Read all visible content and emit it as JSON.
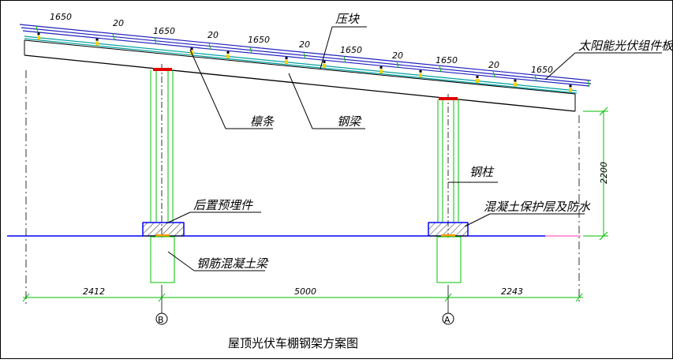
{
  "title": "屋顶光伏车棚钢架方案图",
  "labels": {
    "press_block": "压块",
    "pv_panel": "太阳能光伏组件板",
    "purlin": "檩条",
    "steel_beam": "钢梁",
    "steel_column": "钢柱",
    "embedded_part": "后置预埋件",
    "concrete_protect": "混凝土保护层及防水",
    "rc_beam": "钢筋混凝土梁"
  },
  "panel_dims": [
    "1650",
    "20",
    "1650",
    "20",
    "1650",
    "20",
    "1650",
    "20",
    "1650",
    "20",
    "1650"
  ],
  "bottom_dims": [
    "2412",
    "5000",
    "2243"
  ],
  "height_dim": "2200",
  "axes": [
    "B",
    "A"
  ],
  "colors": {
    "panel": "#2020c0",
    "beam": "#00a0a0",
    "dim": "#00c000",
    "ground": "#0000ff",
    "bolt": "#ffd000",
    "red": "#e00000",
    "pink": "#ff60c0"
  }
}
